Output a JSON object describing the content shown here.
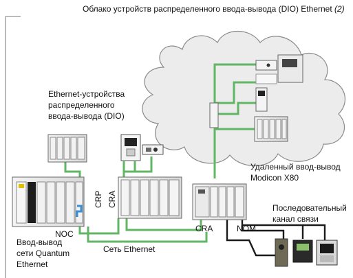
{
  "labels": {
    "cloud_title": "Облако устройств распределенного ввода-вывода (DIO) Ethernet",
    "cloud_title_note": "(2)",
    "dio_devices_line1": "Ethernet-устройства",
    "dio_devices_line2": "распределенного",
    "dio_devices_line3": "ввода-вывода (DIO)",
    "remote_io_line1": "Удаленный ввод-вывод",
    "remote_io_line2": "Modicon X80",
    "serial_line1": "Последовательный",
    "serial_line2": "канал связи",
    "noc": "NOC",
    "crp": "CRP",
    "cra_left": "CRA",
    "cra_right": "CRA",
    "nom": "NOM",
    "quantum_line1": "Ввод-вывод",
    "quantum_line2": "сети Quantum",
    "quantum_line3": "Ethernet",
    "ethernet_network": "Сеть Ethernet"
  },
  "colors": {
    "ethernet_link": "#62b565",
    "serial_link": "#1a1a1a",
    "cloud_fill": "#ececec",
    "cloud_stroke": "#8a8a8a",
    "noc_highlight": "#3a8fd6"
  }
}
